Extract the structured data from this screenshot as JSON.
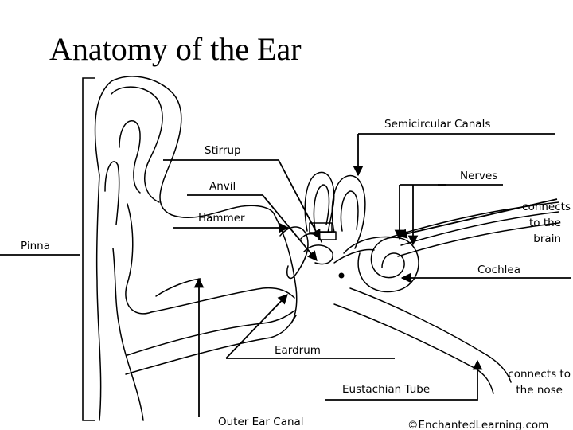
{
  "title": "Anatomy of the Ear",
  "labels": {
    "semicircular_canals": "Semicircular Canals",
    "stirrup": "Stirrup",
    "nerves": "Nerves",
    "anvil": "Anvil",
    "connects_brain_1": "connects",
    "connects_brain_2": "to the",
    "connects_brain_3": "brain",
    "hammer": "Hammer",
    "pinna": "Pinna",
    "cochlea": "Cochlea",
    "eardrum": "Eardrum",
    "connects_nose_1": "connects to",
    "connects_nose_2": "the nose",
    "eustachian_tube": "Eustachian Tube",
    "outer_ear_canal": "Outer Ear Canal",
    "credit": "©EnchantedLearning.com"
  }
}
